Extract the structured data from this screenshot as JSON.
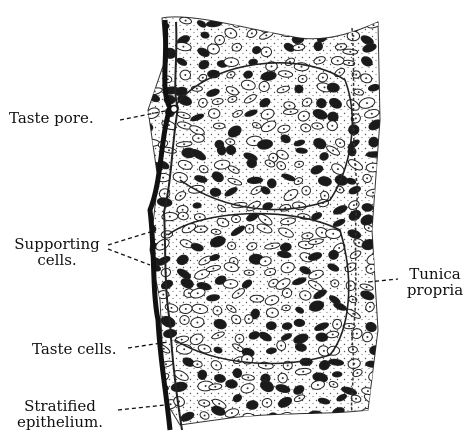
{
  "labels": {
    "taste_pore": "Taste pore.",
    "supporting_line1": "Supporting",
    "supporting_line2": "cells.",
    "tunica_line1": "Tunica",
    "tunica_line2": "propria",
    "taste_cells": "Taste cells.",
    "stratified_line1": "Stratified",
    "stratified_line2": "epithelium."
  },
  "colors": {
    "ink": "#111111",
    "stipple": "#555555",
    "background": "#ffffff"
  }
}
